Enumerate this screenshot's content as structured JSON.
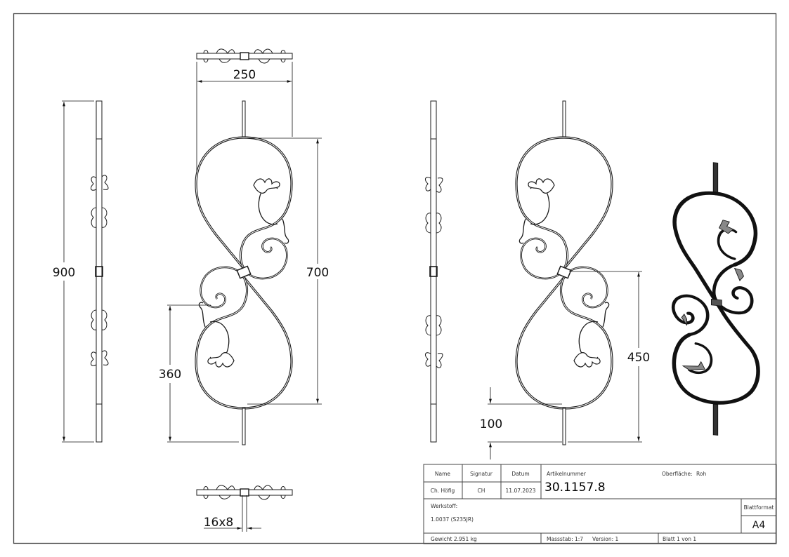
{
  "drawing": {
    "views": {
      "top_view": {
        "width_dim": "250"
      },
      "side_view_left": {
        "height_dim": "900"
      },
      "front_view": {
        "dims": [
          "700",
          "360"
        ]
      },
      "side_view_right": {},
      "back_view": {
        "dims": [
          "450",
          "100"
        ]
      },
      "bottom_view": {
        "section_dim": "16x8"
      },
      "isometric_view": {}
    },
    "dimensions": {
      "overall_height": "900",
      "overall_width": "250",
      "scroll_height": "700",
      "lower_offset": "360",
      "center_height": "450",
      "pin_length": "100",
      "bar_section": "16x8"
    },
    "line_color": "#1a1a1a",
    "frame_color": "#444444"
  },
  "title_block": {
    "headers": {
      "name": "Name",
      "signatur": "Signatur",
      "datum": "Datum",
      "artikelnummer_label": "Artikelnummer",
      "oberflaeche_label": "Oberfläche:",
      "oberflaeche_value": "Roh"
    },
    "row": {
      "name": "Ch. Höfig",
      "signatur": "CH",
      "datum": "11.07.2023"
    },
    "artikelnummer": "30.1157.8",
    "werkstoff_label": "Werkstoff:",
    "werkstoff_value": "1.0037 (S235JR)",
    "blattformat_label": "Blattformat",
    "blattformat_value": "A4",
    "gewicht": "Gewicht 2.951 kg",
    "massstab": "Massstab: 1:7",
    "version": "Version: 1",
    "blatt": "Blatt 1 von 1"
  }
}
